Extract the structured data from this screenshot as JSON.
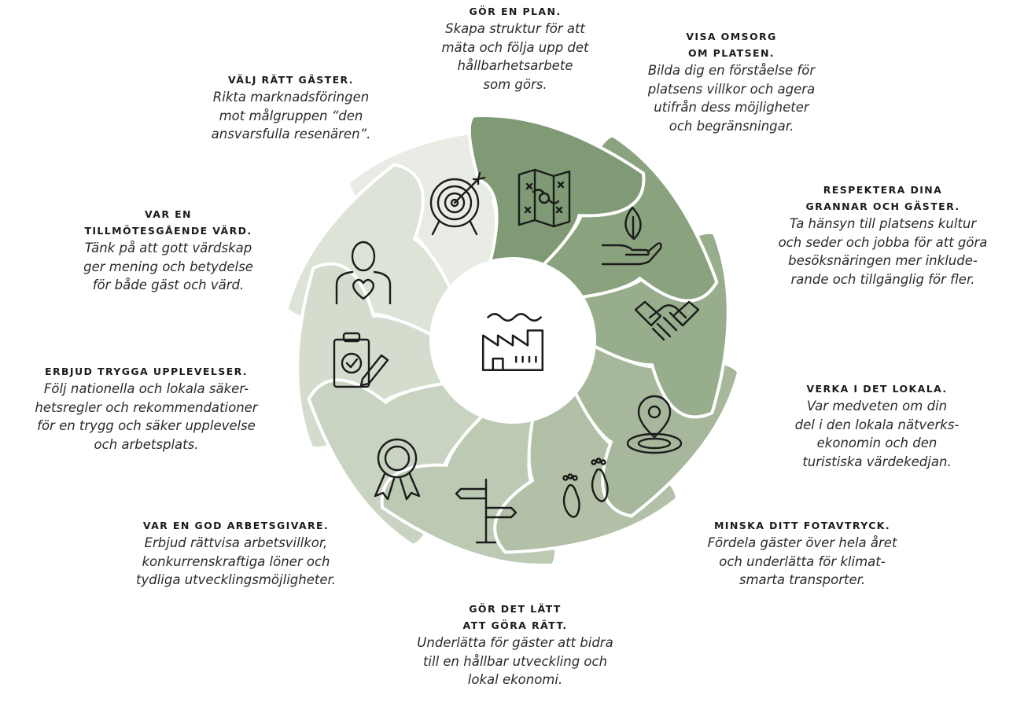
{
  "center": {
    "icon": "factory-icon"
  },
  "colors": {
    "center": "#ffffff",
    "stroke": "#ffffff",
    "icon": "#1b1b1b"
  },
  "segments": [
    {
      "id": "plan",
      "icon": "map-icon",
      "color": "#7f9a74"
    },
    {
      "id": "omsorg",
      "icon": "plant-hand-icon",
      "color": "#8ba27f"
    },
    {
      "id": "respektera",
      "icon": "handshake-icon",
      "color": "#98ad8c"
    },
    {
      "id": "lokala",
      "icon": "location-pin-icon",
      "color": "#a6b79b"
    },
    {
      "id": "fotavtryck",
      "icon": "footprints-icon",
      "color": "#b1c0a7"
    },
    {
      "id": "latt",
      "icon": "signpost-icon",
      "color": "#bccab4"
    },
    {
      "id": "arbetsgivare",
      "icon": "award-icon",
      "color": "#c9d3c1"
    },
    {
      "id": "trygga",
      "icon": "checklist-icon",
      "color": "#d4dccd"
    },
    {
      "id": "vard",
      "icon": "person-heart-icon",
      "color": "#dde3d7"
    },
    {
      "id": "gaster",
      "icon": "target-icon",
      "color": "#e8ece4"
    }
  ],
  "labels": {
    "plan": {
      "title": [
        "GÖR EN PLAN."
      ],
      "desc": [
        "Skapa struktur för att",
        "mäta och följa upp det",
        "hållbarhetsarbete",
        "som görs."
      ]
    },
    "omsorg": {
      "title": [
        "VISA OMSORG",
        "OM PLATSEN."
      ],
      "desc": [
        "Bilda dig en förståelse för",
        "platsens villkor och agera",
        "utifrån dess möjligheter",
        "och begränsningar."
      ]
    },
    "respektera": {
      "title": [
        "RESPEKTERA DINA",
        "GRANNAR OCH GÄSTER."
      ],
      "desc": [
        "Ta hänsyn till platsens kultur",
        "och seder och jobba för att göra",
        "besöksnäringen mer inklude-",
        "rande och tillgänglig för fler."
      ]
    },
    "lokala": {
      "title": [
        "VERKA I DET LOKALA."
      ],
      "desc": [
        "Var medveten om din",
        "del i den lokala nätverks-",
        "ekonomin och den",
        "turistiska värdekedjan."
      ]
    },
    "fotavtryck": {
      "title": [
        "MINSKA DITT FOTAVTRYCK."
      ],
      "desc": [
        "Fördela gäster över hela året",
        "och underlätta för klimat-",
        "smarta transporter."
      ]
    },
    "latt": {
      "title": [
        "GÖR DET LÄTT",
        "ATT GÖRA RÄTT."
      ],
      "desc": [
        "Underlätta för gäster att bidra",
        "till en hållbar utveckling och",
        "lokal ekonomi."
      ]
    },
    "arbetsgivare": {
      "title": [
        "VAR EN GOD ARBETSGIVARE."
      ],
      "desc": [
        "Erbjud rättvisa arbetsvillkor,",
        "konkurrenskraftiga löner och",
        "tydliga utvecklingsmöjligheter."
      ]
    },
    "trygga": {
      "title": [
        "ERBJUD TRYGGA UPPLEVELSER."
      ],
      "desc": [
        "Följ nationella och lokala säker-",
        "hetsregler och rekommendationer",
        "för en trygg och säker upplevelse",
        "och arbetsplats."
      ]
    },
    "vard": {
      "title": [
        "VAR EN",
        "TILLMÖTESGÅENDE VÄRD."
      ],
      "desc": [
        "Tänk på att gott värdskap",
        "ger mening och betydelse",
        "för både gäst och värd."
      ]
    },
    "gaster": {
      "title": [
        "VÄLJ RÄTT GÄSTER."
      ],
      "desc": [
        "Rikta marknadsföringen",
        "mot målgruppen “den",
        "ansvarsfulla resenären”."
      ]
    }
  }
}
